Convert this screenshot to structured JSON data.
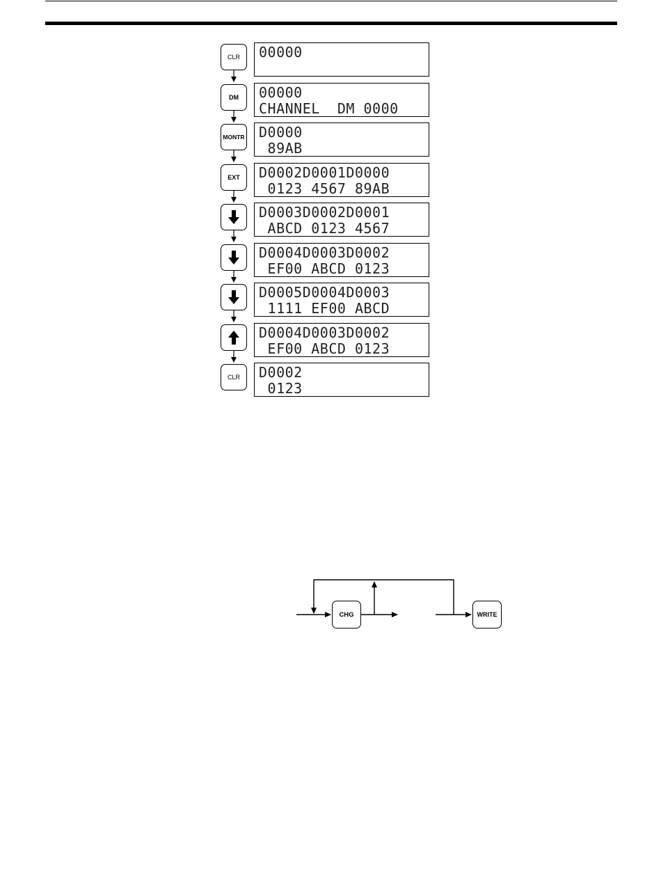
{
  "steps": [
    {
      "key": "CLR",
      "line1": "00000",
      "line2": ""
    },
    {
      "key": "DM",
      "line1": "00000",
      "line2": "CHANNEL  DM 0000"
    },
    {
      "key": "MONTR",
      "line1": "D0000",
      "line2": " 89AB"
    },
    {
      "key": "EXT",
      "line1": "D0002D0001D0000",
      "line2": " 0123 4567 89AB"
    },
    {
      "key": "down-arrow",
      "line1": "D0003D0002D0001",
      "line2": " ABCD 0123 4567"
    },
    {
      "key": "down-arrow",
      "line1": "D0004D0003D0002",
      "line2": " EF00 ABCD 0123"
    },
    {
      "key": "down-arrow",
      "line1": "D0005D0004D0003",
      "line2": " 1111 EF00 ABCD"
    },
    {
      "key": "up-arrow",
      "line1": "D0004D0003D0002",
      "line2": " EF00 ABCD 0123"
    },
    {
      "key": "CLR",
      "line1": "D0002",
      "line2": " 0123"
    }
  ],
  "flow": {
    "chg_label": "CHG",
    "write_label": "WRITE"
  }
}
